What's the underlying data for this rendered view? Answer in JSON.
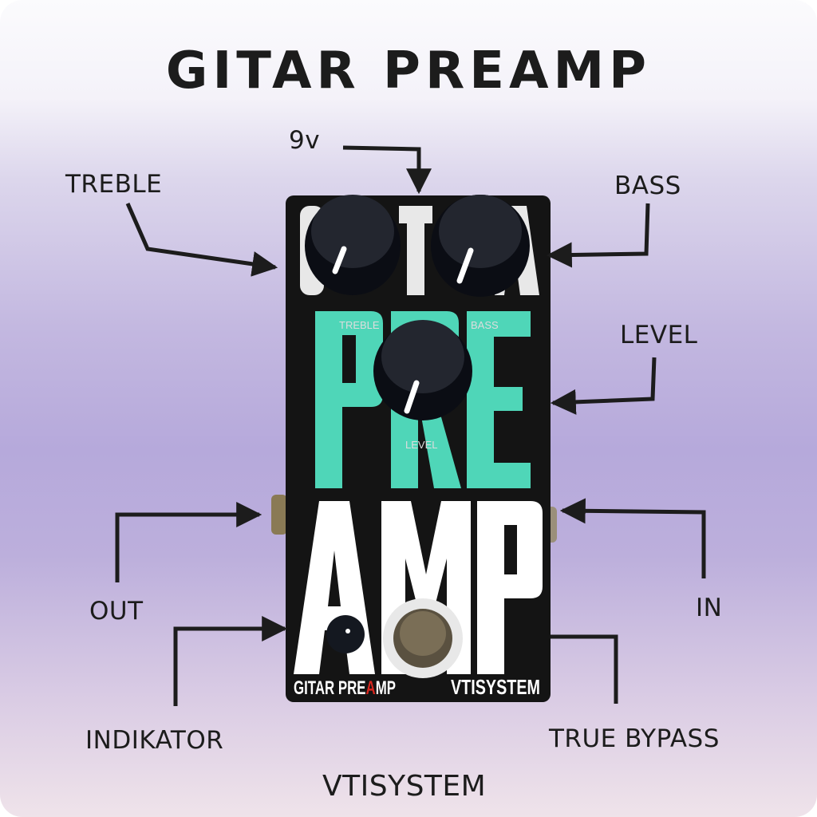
{
  "title": "GITAR PREAMP",
  "labels": {
    "power": "9v",
    "treble": "TREBLE",
    "bass": "BASS",
    "level": "LEVEL",
    "out": "OUT",
    "in": "IN",
    "indicator": "INDIKATOR",
    "true_bypass": "TRUE BYPASS",
    "brand": "VTISYSTEM"
  },
  "pedal": {
    "big_text_top": "PRE",
    "big_text_bottom": "AMP",
    "knob_labels": [
      "TREBLE",
      "BASS",
      "LEVEL"
    ],
    "footer_left": "GITAR PRE",
    "footer_left_accent": "A",
    "footer_left_end": "MP",
    "footer_right": "VTISYSTEM",
    "colors": {
      "body": "#141414",
      "accent": "#4fd6b8",
      "text": "#ffffff",
      "red": "#d8261e"
    }
  }
}
